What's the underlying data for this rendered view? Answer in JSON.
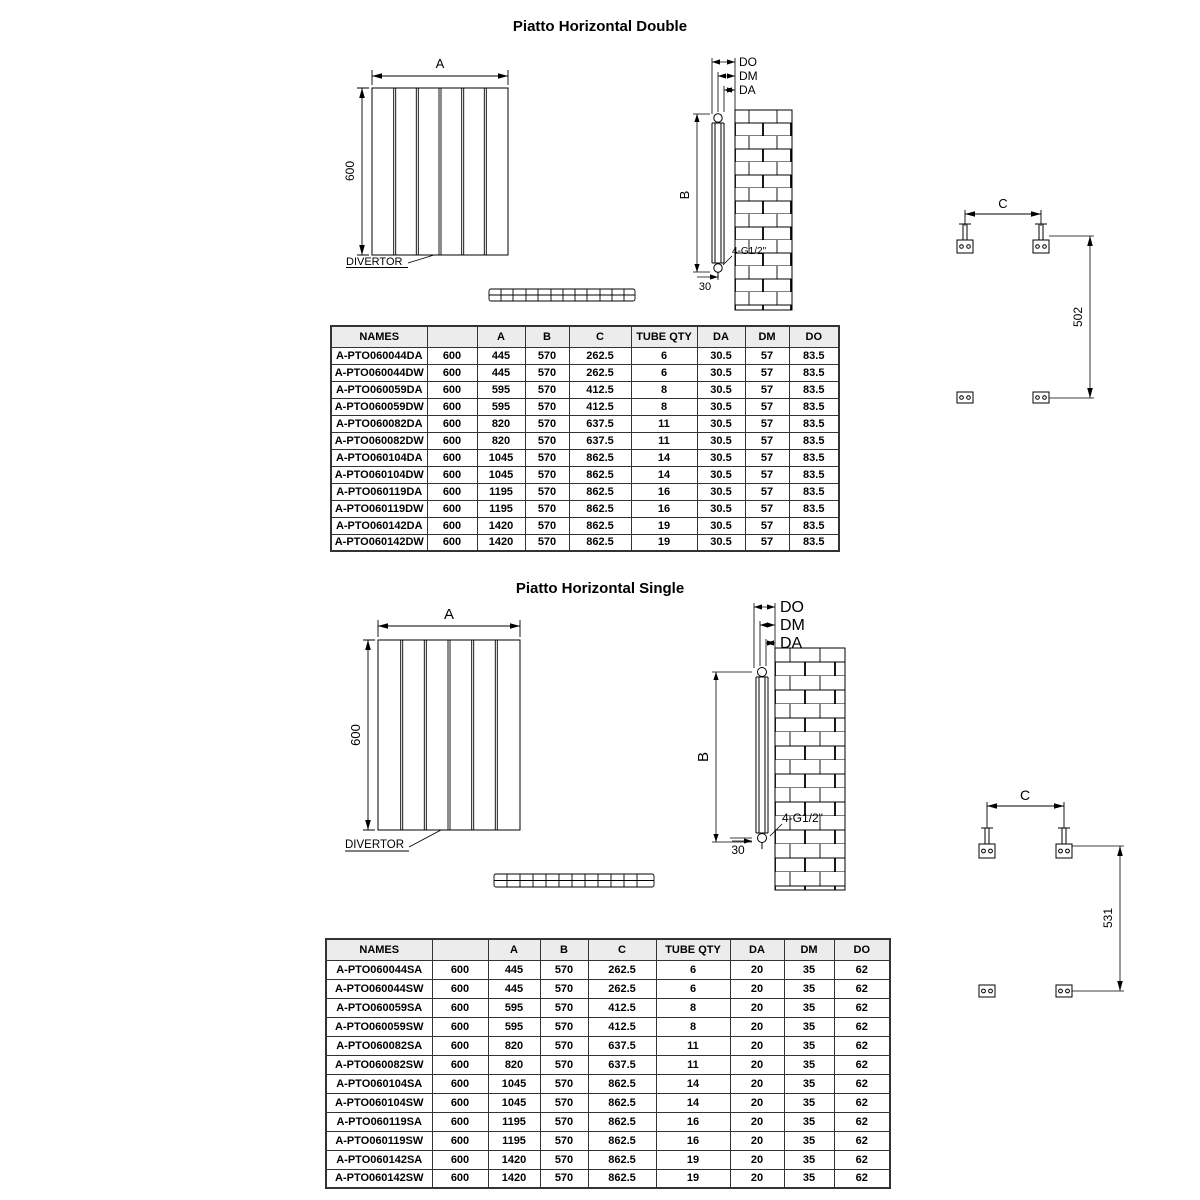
{
  "double": {
    "title": "Piatto Horizontal Double",
    "front": {
      "width_label": "A",
      "height_label": "600",
      "divertor_label": "DIVERTOR"
    },
    "side": {
      "do_label": "DO",
      "dm_label": "DM",
      "da_label": "DA",
      "height_label": "B",
      "connection_label": "4-G1/2\"",
      "clearance_label": "30"
    },
    "brackets": {
      "spacing_label": "C",
      "height_label": "502"
    },
    "table": {
      "headers": [
        "NAMES",
        "",
        "A",
        "B",
        "C",
        "TUBE QTY",
        "DA",
        "DM",
        "DO"
      ],
      "rows": [
        [
          "A-PTO060044DA",
          "600",
          "445",
          "570",
          "262.5",
          "6",
          "30.5",
          "57",
          "83.5"
        ],
        [
          "A-PTO060044DW",
          "600",
          "445",
          "570",
          "262.5",
          "6",
          "30.5",
          "57",
          "83.5"
        ],
        [
          "A-PTO060059DA",
          "600",
          "595",
          "570",
          "412.5",
          "8",
          "30.5",
          "57",
          "83.5"
        ],
        [
          "A-PTO060059DW",
          "600",
          "595",
          "570",
          "412.5",
          "8",
          "30.5",
          "57",
          "83.5"
        ],
        [
          "A-PTO060082DA",
          "600",
          "820",
          "570",
          "637.5",
          "11",
          "30.5",
          "57",
          "83.5"
        ],
        [
          "A-PTO060082DW",
          "600",
          "820",
          "570",
          "637.5",
          "11",
          "30.5",
          "57",
          "83.5"
        ],
        [
          "A-PTO060104DA",
          "600",
          "1045",
          "570",
          "862.5",
          "14",
          "30.5",
          "57",
          "83.5"
        ],
        [
          "A-PTO060104DW",
          "600",
          "1045",
          "570",
          "862.5",
          "14",
          "30.5",
          "57",
          "83.5"
        ],
        [
          "A-PTO060119DA",
          "600",
          "1195",
          "570",
          "862.5",
          "16",
          "30.5",
          "57",
          "83.5"
        ],
        [
          "A-PTO060119DW",
          "600",
          "1195",
          "570",
          "862.5",
          "16",
          "30.5",
          "57",
          "83.5"
        ],
        [
          "A-PTO060142DA",
          "600",
          "1420",
          "570",
          "862.5",
          "19",
          "30.5",
          "57",
          "83.5"
        ],
        [
          "A-PTO060142DW",
          "600",
          "1420",
          "570",
          "862.5",
          "19",
          "30.5",
          "57",
          "83.5"
        ]
      ]
    }
  },
  "single": {
    "title": "Piatto Horizontal Single",
    "front": {
      "width_label": "A",
      "height_label": "600",
      "divertor_label": "DIVERTOR"
    },
    "side": {
      "do_label": "DO",
      "dm_label": "DM",
      "da_label": "DA",
      "height_label": "B",
      "connection_label": "4-G1/2\"",
      "clearance_label": "30"
    },
    "brackets": {
      "spacing_label": "C",
      "height_label": "531"
    },
    "table": {
      "headers": [
        "NAMES",
        "",
        "A",
        "B",
        "C",
        "TUBE QTY",
        "DA",
        "DM",
        "DO"
      ],
      "rows": [
        [
          "A-PTO060044SA",
          "600",
          "445",
          "570",
          "262.5",
          "6",
          "20",
          "35",
          "62"
        ],
        [
          "A-PTO060044SW",
          "600",
          "445",
          "570",
          "262.5",
          "6",
          "20",
          "35",
          "62"
        ],
        [
          "A-PTO060059SA",
          "600",
          "595",
          "570",
          "412.5",
          "8",
          "20",
          "35",
          "62"
        ],
        [
          "A-PTO060059SW",
          "600",
          "595",
          "570",
          "412.5",
          "8",
          "20",
          "35",
          "62"
        ],
        [
          "A-PTO060082SA",
          "600",
          "820",
          "570",
          "637.5",
          "11",
          "20",
          "35",
          "62"
        ],
        [
          "A-PTO060082SW",
          "600",
          "820",
          "570",
          "637.5",
          "11",
          "20",
          "35",
          "62"
        ],
        [
          "A-PTO060104SA",
          "600",
          "1045",
          "570",
          "862.5",
          "14",
          "20",
          "35",
          "62"
        ],
        [
          "A-PTO060104SW",
          "600",
          "1045",
          "570",
          "862.5",
          "14",
          "20",
          "35",
          "62"
        ],
        [
          "A-PTO060119SA",
          "600",
          "1195",
          "570",
          "862.5",
          "16",
          "20",
          "35",
          "62"
        ],
        [
          "A-PTO060119SW",
          "600",
          "1195",
          "570",
          "862.5",
          "16",
          "20",
          "35",
          "62"
        ],
        [
          "A-PTO060142SA",
          "600",
          "1420",
          "570",
          "862.5",
          "19",
          "20",
          "35",
          "62"
        ],
        [
          "A-PTO060142SW",
          "600",
          "1420",
          "570",
          "862.5",
          "19",
          "20",
          "35",
          "62"
        ]
      ]
    }
  }
}
